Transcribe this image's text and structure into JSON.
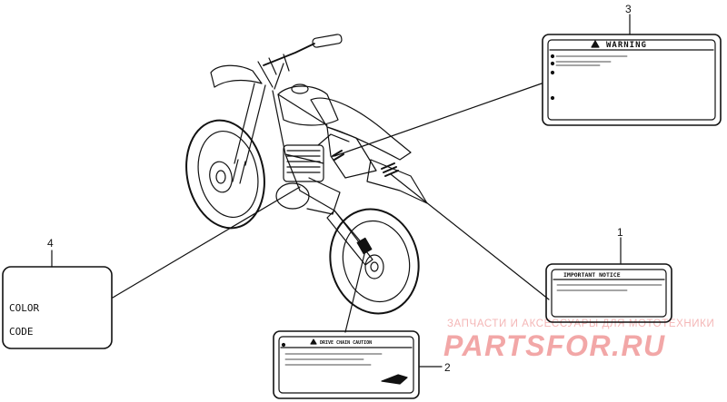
{
  "callouts": [
    {
      "number": "1",
      "label_title": "IMPORTANT NOTICE"
    },
    {
      "number": "2",
      "label_title": "DRIVE CHAIN CAUTION"
    },
    {
      "number": "3",
      "label_title": "WARNING"
    },
    {
      "number": "4",
      "label_lines": [
        "COLOR",
        "CODE"
      ]
    }
  ],
  "watermark": {
    "caption": "ЗАПЧАСТИ И АКСЕССУАРЫ ДЛЯ МОТОТЕХНИКИ",
    "brand": "PARTSFOR.RU",
    "color": "#f2a7a7"
  }
}
